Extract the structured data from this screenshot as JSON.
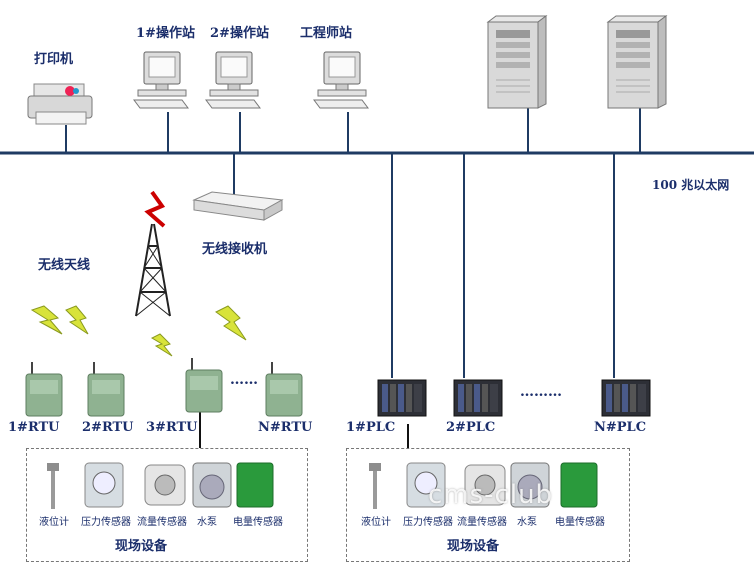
{
  "network": {
    "ethernet_label": "100 兆以太网",
    "printer_label": "打印机",
    "station1_label": "1#操作站",
    "station2_label": "2#操作站",
    "engineer_label": "工程师站",
    "wireless_receiver_label": "无线接收机",
    "antenna_label": "无线天线"
  },
  "rtus": [
    "1#RTU",
    "2#RTU",
    "3#RTU",
    "N#RTU"
  ],
  "plcs": [
    "1#PLC",
    "2#PLC",
    "N#PLC"
  ],
  "ellipsis": "……",
  "plc_ellipsis": "………",
  "field_left": {
    "title": "现场设备",
    "items": [
      "液位计",
      "压力传感器",
      "流量传感器",
      "水泵",
      "电量传感器"
    ]
  },
  "field_right": {
    "title": "现场设备",
    "items": [
      "液位计",
      "压力传感器",
      "流量传感器",
      "水泵",
      "电量传感器"
    ]
  },
  "watermark": "cms-club"
}
